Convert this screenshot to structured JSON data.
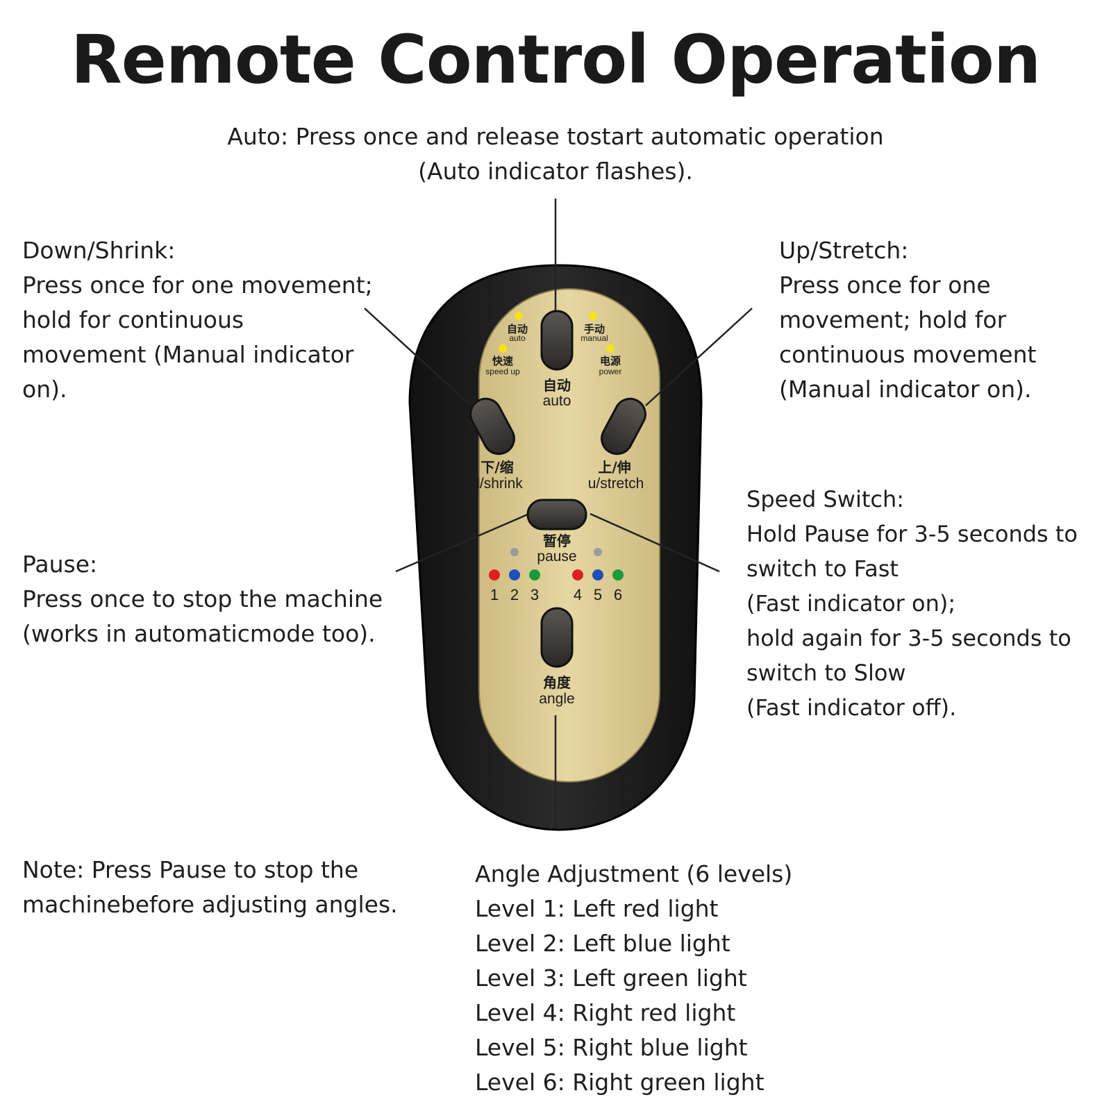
{
  "title": "Remote Control Operation",
  "notes": {
    "auto": {
      "lines": [
        "Auto: Press once and release tostart automatic operation",
        "(Auto indicator flashes)."
      ]
    },
    "down_shrink": {
      "lines": [
        "Down/Shrink:",
        "Press once for one movement;",
        "hold for continuous",
        "movement (Manual indicator",
        "on)."
      ]
    },
    "up_stretch": {
      "lines": [
        "Up/Stretch:",
        "Press once for one",
        "movement; hold for",
        "continuous movement",
        "(Manual indicator on)."
      ]
    },
    "pause": {
      "lines": [
        "Pause:",
        "Press once to stop the machine",
        "(works in automaticmode too)."
      ]
    },
    "speed_switch": {
      "lines": [
        "Speed Switch:",
        "Hold Pause for 3-5 seconds to",
        "switch to Fast",
        "(Fast indicator on);",
        "hold again for 3-5 seconds to",
        "switch to Slow",
        "(Fast indicator off)."
      ]
    },
    "footer": {
      "lines": [
        "Note: Press Pause to stop the",
        "machinebefore adjusting angles."
      ]
    },
    "angle": {
      "lines": [
        "Angle Adjustment (6 levels)",
        "Level 1: Left red light",
        "Level 2: Left blue light",
        "Level 3: Left green light",
        "Level 4: Right red light",
        "Level 5: Right blue light",
        "Level 6: Right green light"
      ]
    }
  },
  "remote": {
    "indicators": {
      "auto": {
        "cn": "自动",
        "en": "auto"
      },
      "manual": {
        "cn": "手动",
        "en": "manual"
      },
      "speed_up": {
        "cn": "快速",
        "en": "speed up"
      },
      "power": {
        "cn": "电源",
        "en": "power"
      }
    },
    "buttons": {
      "auto": {
        "cn": "自动",
        "en": "auto"
      },
      "shrink": {
        "cn": "下/缩",
        "en": "d/shrink"
      },
      "stretch": {
        "cn": "上/伸",
        "en": "u/stretch"
      },
      "pause": {
        "cn": "暂停",
        "en": "pause"
      },
      "angle": {
        "cn": "角度",
        "en": "angle"
      }
    },
    "level_numbers": [
      "1",
      "2",
      "3",
      "4",
      "5",
      "6"
    ],
    "colors": {
      "body": "#1e1e1e",
      "face": "#e3d29c",
      "button": "#3a3835",
      "indicator_yellow": "#f5e21a",
      "indicator_gray": "#9a9a9a",
      "led_red": "#e02020",
      "led_blue": "#1f4fb8",
      "led_green": "#1a9a3a"
    }
  }
}
